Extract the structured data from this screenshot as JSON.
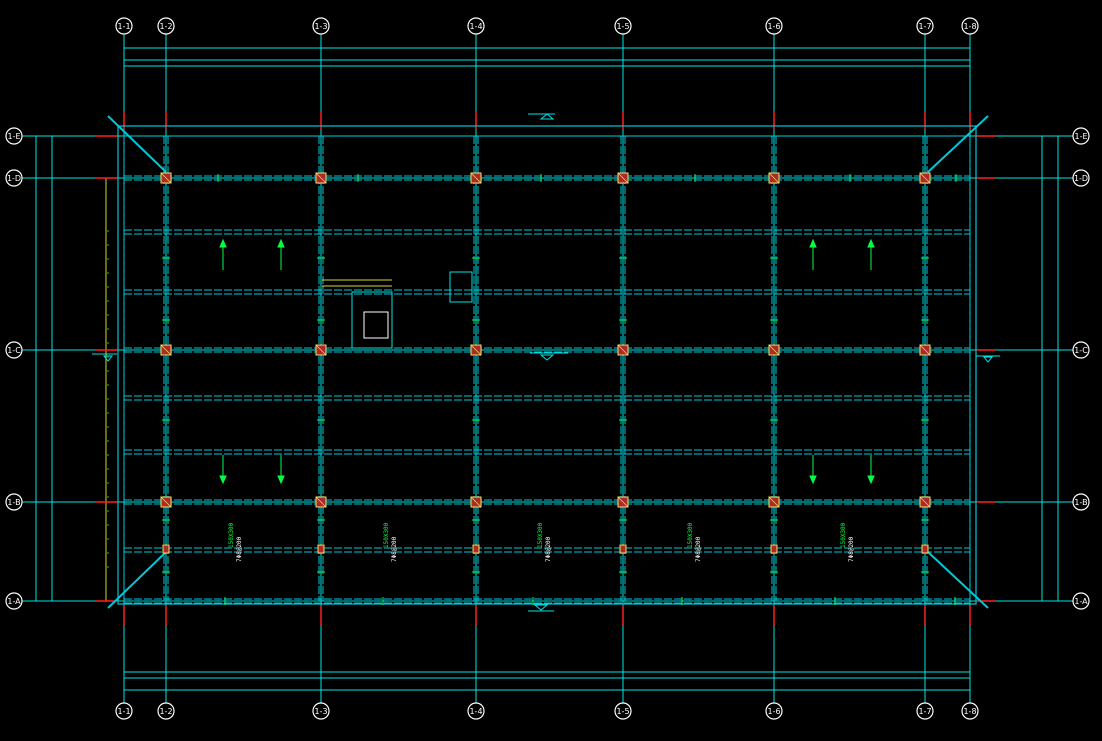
{
  "drawing": {
    "colors": {
      "background": "#000000",
      "grid_line": "#00e5e5",
      "beam": "#00c8d8",
      "column_fill": "#b0282a",
      "column_edge": "#e8e86a",
      "rebar": "#00ff44",
      "axis_red": "#ff2020",
      "dim_yellow": "#d8d830",
      "bubble_stroke": "#ffffff",
      "bubble_text": "#ffffff"
    },
    "x_axes_top": [
      "1-1",
      "1-2",
      "1-3",
      "1-4",
      "1-5",
      "1-6",
      "1-7",
      "1-8"
    ],
    "x_axes_bottom": [
      "1-1",
      "1-2",
      "1-3",
      "1-4",
      "1-5",
      "1-6",
      "1-7",
      "1-8"
    ],
    "y_axes_left": [
      "1-E",
      "1-D",
      "1-C",
      "1-B",
      "1-A"
    ],
    "y_axes_right": [
      "1-E",
      "1-D",
      "1-C",
      "1-B",
      "1-A"
    ],
    "beam_notes": [
      {
        "line1": "150X300",
        "line2": "7Φ8@200"
      },
      {
        "line1": "150X300",
        "line2": "7Φ8@200"
      },
      {
        "line1": "150X300",
        "line2": "7Φ8@200"
      },
      {
        "line1": "150X300",
        "line2": "7Φ8@200"
      },
      {
        "line1": "150X300",
        "line2": "7Φ8@200"
      }
    ],
    "icons": {
      "section_marker": "triangle-section-icon",
      "load_arrow": "arrow-icon"
    }
  }
}
